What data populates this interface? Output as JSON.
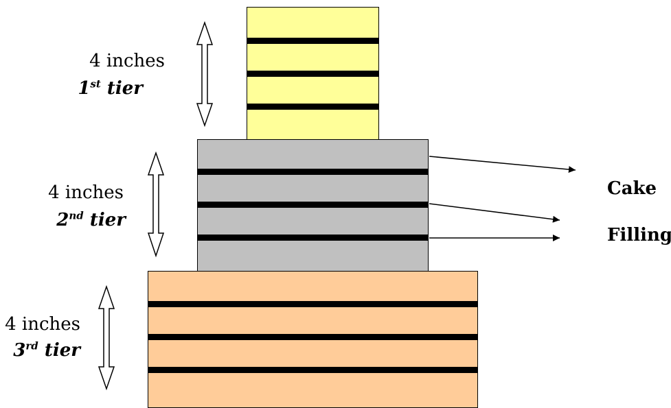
{
  "tiers": [
    {
      "measure": "4 inches",
      "ordinal": "1",
      "suffix": "st",
      "word": "tier",
      "fill": "#ffff99"
    },
    {
      "measure": "4 inches",
      "ordinal": "2",
      "suffix": "nd",
      "word": "tier",
      "fill": "#c0c0c0"
    },
    {
      "measure": "4 inches",
      "ordinal": "3",
      "suffix": "rd",
      "word": "tier",
      "fill": "#ffcc99"
    }
  ],
  "legend": {
    "cake": "Cake",
    "filling": "Filling"
  },
  "colors": {
    "line": "#000000",
    "arrow_fill": "#ffffff"
  }
}
